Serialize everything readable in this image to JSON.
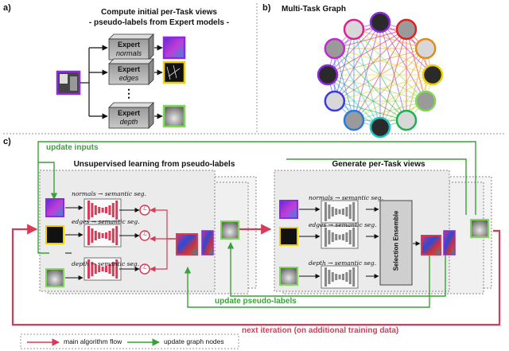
{
  "panel_a": {
    "label": "a)",
    "title_1": "Compute initial per-Task views",
    "title_2": "- pseudo-labels from Expert models -",
    "expert_word": "Expert",
    "experts": [
      "normals",
      "edges",
      "depth"
    ],
    "ellipsis": "⋮"
  },
  "panel_b": {
    "label": "b)",
    "title": "Multi-Task Graph"
  },
  "panel_c": {
    "label": "c)",
    "update_inputs": "update inputs",
    "left_title": "Unsupervised learning from pseudo-labels",
    "right_title": "Generate per-Task views",
    "paths": [
      "normals → semantic seg.",
      "edges → semantic seg.",
      "depth → semantic seg."
    ],
    "loss_symbol": "ℒ",
    "ensemble_label": "Selection Ensemble",
    "update_pseudo": "update pseudo-labels",
    "next_iteration": "next iteration (on additional training data)"
  },
  "legend": {
    "main_flow": "main algorithm flow",
    "update_nodes": "update graph nodes"
  },
  "colors": {
    "red": "#d93a56",
    "green": "#3aa13a",
    "purple": "#8a2be2",
    "yellow": "#f0d000",
    "light_green": "#7ed957"
  }
}
